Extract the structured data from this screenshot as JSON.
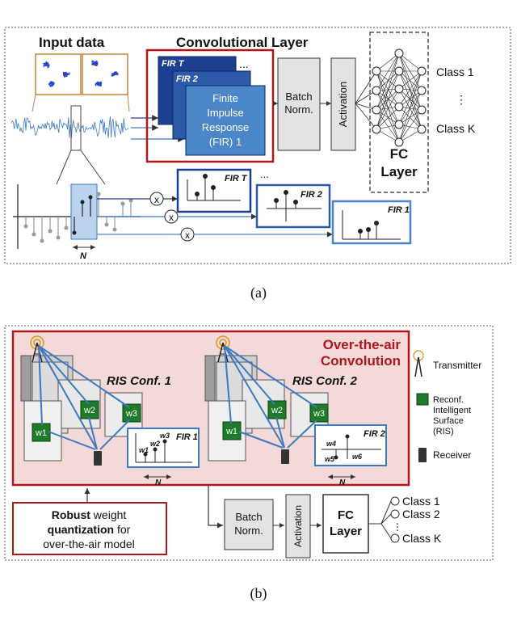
{
  "panel_a": {
    "input_title": "Input data",
    "conv_title": "Convolutional Layer",
    "fir_t_label": "FIR T",
    "fir_2_label": "FIR 2",
    "fir_1_text": [
      "Finite",
      "Impulse",
      "Response",
      "(FIR) 1"
    ],
    "dots": "...",
    "batch_norm": [
      "Batch",
      "Norm."
    ],
    "activation": "Activation",
    "fc_layer": [
      "FC",
      "Layer"
    ],
    "class_1": "Class 1",
    "class_k": "Class K",
    "vdots": "⋮",
    "multiply": "x",
    "n_label": "N",
    "fir_t_plot": "FIR T",
    "fir_2_plot": "FIR 2",
    "fir_1_plot": "FIR 1",
    "caption": "(a)"
  },
  "panel_b": {
    "ota_title": [
      "Over-the-air",
      "Convolution"
    ],
    "ris_conf_1": "RIS Conf. 1",
    "ris_conf_2": "RIS Conf. 2",
    "w1": "w1",
    "w2": "w2",
    "w3": "w3",
    "fir1_weights": [
      "w3",
      "w2",
      "w1"
    ],
    "fir1_label": "FIR 1",
    "fir2_weights": [
      "w4",
      "w5",
      "w6"
    ],
    "fir2_label": "FIR 2",
    "n_label": "N",
    "legend_transmitter": "Transmitter",
    "legend_ris": [
      "Reconf.",
      "Intelligent",
      "Surface",
      "(RIS)"
    ],
    "legend_receiver": "Receiver",
    "robust_bold": "Robust",
    "robust_rest": " weight",
    "quant_bold": "quantization",
    "quant_rest": " for",
    "robust_line3": "over-the-air model",
    "batch_norm": [
      "Batch",
      "Norm."
    ],
    "activation": "Activation",
    "fc_layer": [
      "FC",
      "Layer"
    ],
    "class_1": "Class 1",
    "class_2": "Class 2",
    "class_k": "Class K",
    "vdots": "⋮",
    "caption": "(b)"
  },
  "colors": {
    "dark_red": "#b0161e",
    "blue": "#3a7ac2",
    "navy": "#1d3f8f",
    "light_blue": "#4a86c8",
    "gray_box": "#e3e3e3",
    "green": "#1f7a2a"
  }
}
